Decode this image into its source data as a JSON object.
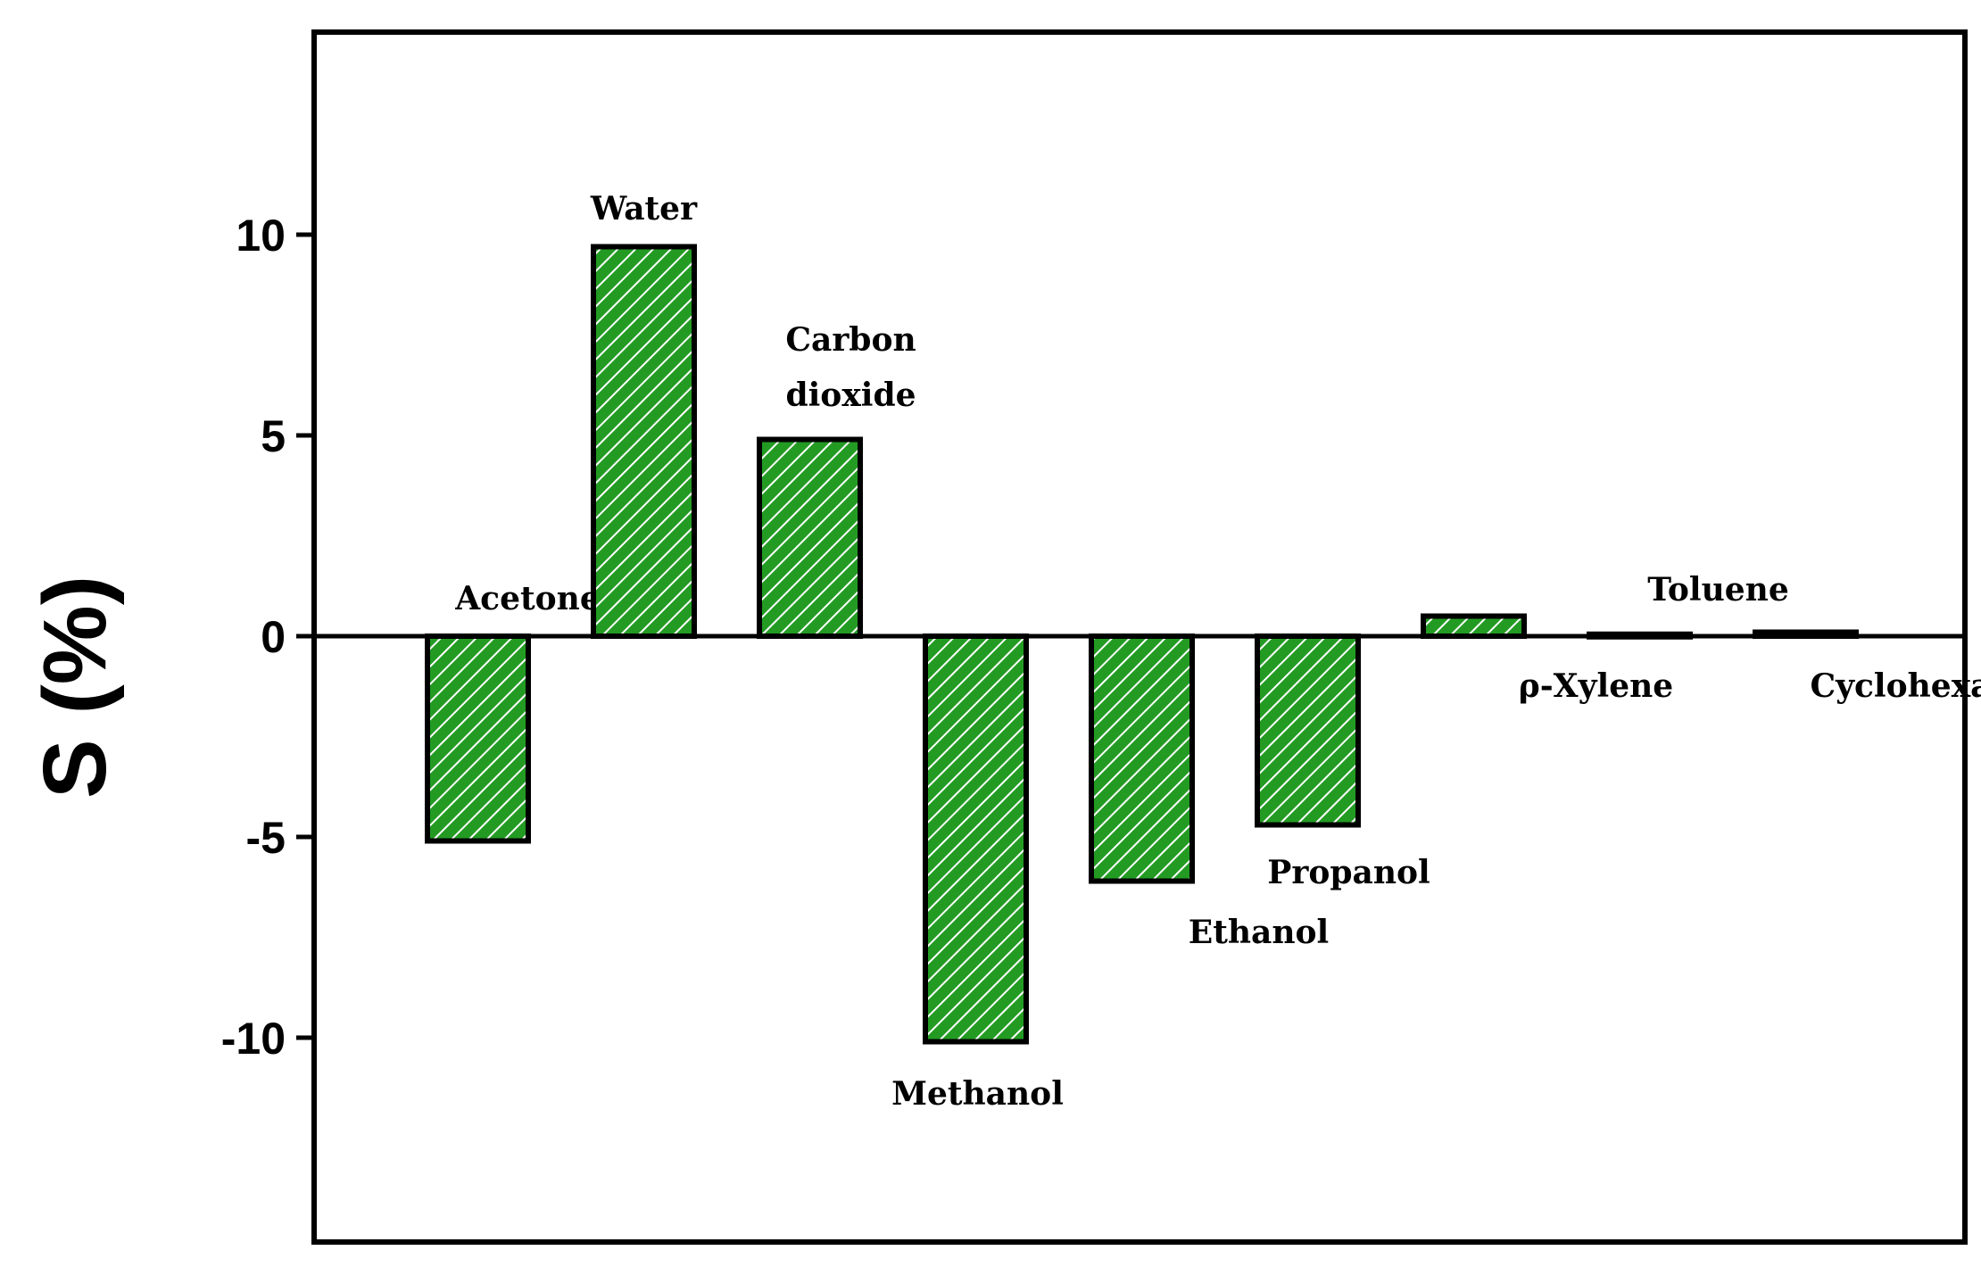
{
  "chart_data": {
    "type": "bar",
    "title": "",
    "xlabel": "",
    "ylabel": "S (%)",
    "ylim": [
      -15,
      15
    ],
    "yticks": [
      10,
      5,
      0,
      -5,
      -10
    ],
    "ytick_labels": [
      "10",
      "5",
      "0",
      "-5",
      "-10"
    ],
    "grid": false,
    "legend": "none",
    "bar_color": "#239b23",
    "hatch_color": "#ffffff",
    "categories": [
      {
        "name": "Acetone",
        "label_lines": [
          "Acetone"
        ],
        "value": -5.1
      },
      {
        "name": "Water",
        "label_lines": [
          "Water"
        ],
        "value": 9.7
      },
      {
        "name": "Carbon dioxide",
        "label_lines": [
          "Carbon",
          "dioxide"
        ],
        "value": 4.9
      },
      {
        "name": "Methanol",
        "label_lines": [
          "Methanol"
        ],
        "value": -10.1
      },
      {
        "name": "Ethanol",
        "label_lines": [
          "Ethanol"
        ],
        "value": -6.1
      },
      {
        "name": "Propanol",
        "label_lines": [
          "Propanol"
        ],
        "value": -4.7
      },
      {
        "name": "ρ-Xylene",
        "label_lines": [
          "ρ-Xylene"
        ],
        "value": 0.5
      },
      {
        "name": "Toluene",
        "label_lines": [
          "Toluene"
        ],
        "value": 0.05
      },
      {
        "name": "Cyclohexane",
        "label_lines": [
          "Cyclohexane"
        ],
        "value": 0.1
      }
    ]
  }
}
